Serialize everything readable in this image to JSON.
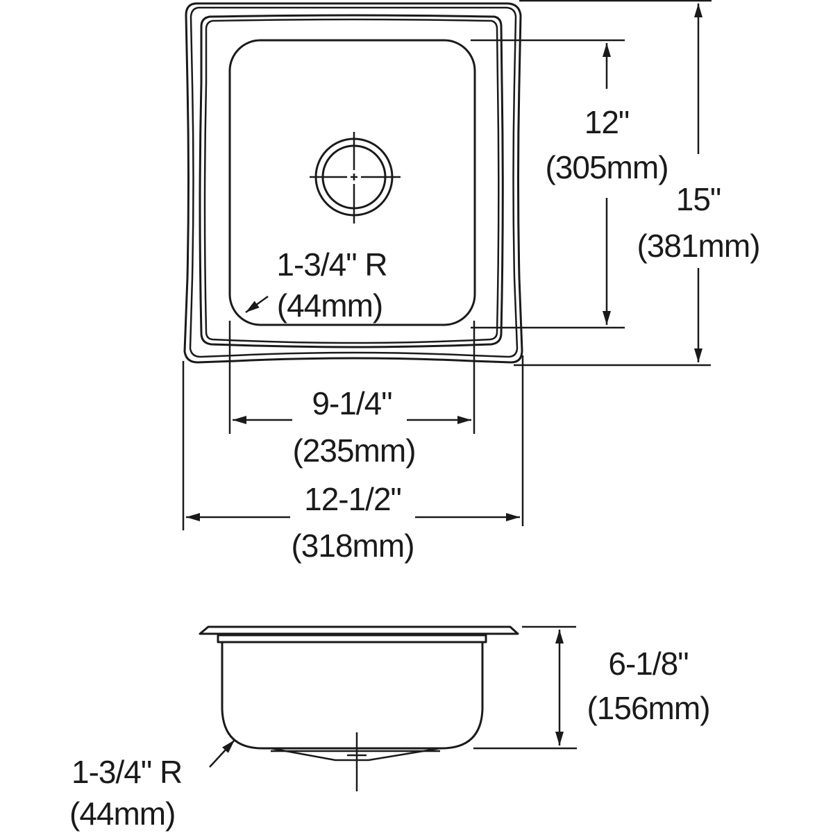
{
  "drawing": {
    "title": "Single bowl drop-in sink dimensional drawing",
    "line_color": "#1a1a1a",
    "background": "#ffffff"
  },
  "top_view": {
    "corner_radius": {
      "imperial": "1-3/4\" R",
      "metric": "(44mm)"
    },
    "bowl_length": {
      "imperial": "12\"",
      "metric": "(305mm)"
    },
    "overall_length": {
      "imperial": "15\"",
      "metric": "(381mm)"
    },
    "bowl_width": {
      "imperial": "9-1/4\"",
      "metric": "(235mm)"
    },
    "overall_width": {
      "imperial": "12-1/2\"",
      "metric": "(318mm)"
    },
    "drain": {
      "icon": "drain-crosshair-icon"
    }
  },
  "side_view": {
    "bowl_depth": {
      "imperial": "6-1/8\"",
      "metric": "(156mm)"
    },
    "corner_radius": {
      "imperial": "1-3/4\" R",
      "metric": "(44mm)"
    }
  }
}
